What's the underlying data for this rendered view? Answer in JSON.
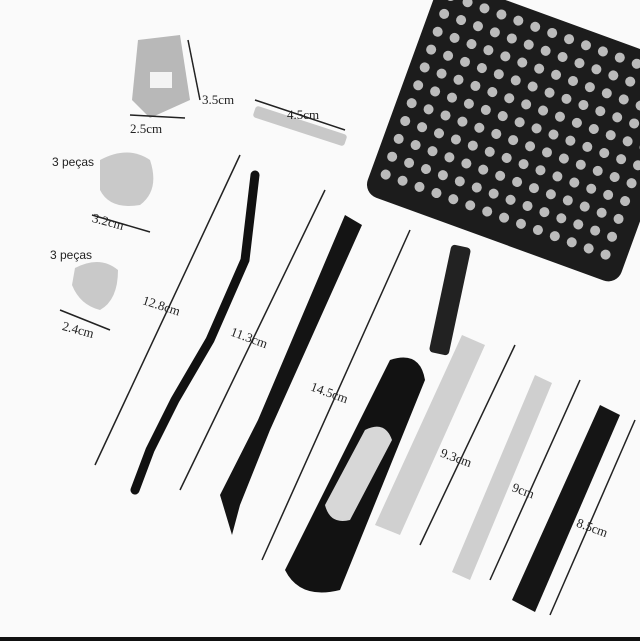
{
  "labels": {
    "magnetizer_height": "3.5cm",
    "magnetizer_width": "2.5cm",
    "extension_bar": "4.5cm",
    "pick_large_qty": "3 peças",
    "pick_large": "3.2cm",
    "pick_small_qty": "3 peças",
    "pick_small": "2.4cm",
    "flex_shaft": "12.8cm",
    "tweezers": "11.3cm",
    "screwdriver": "14.5cm",
    "spudger_1": "9.3cm",
    "spudger_2": "9cm",
    "pry_tool": "8.5cm"
  }
}
